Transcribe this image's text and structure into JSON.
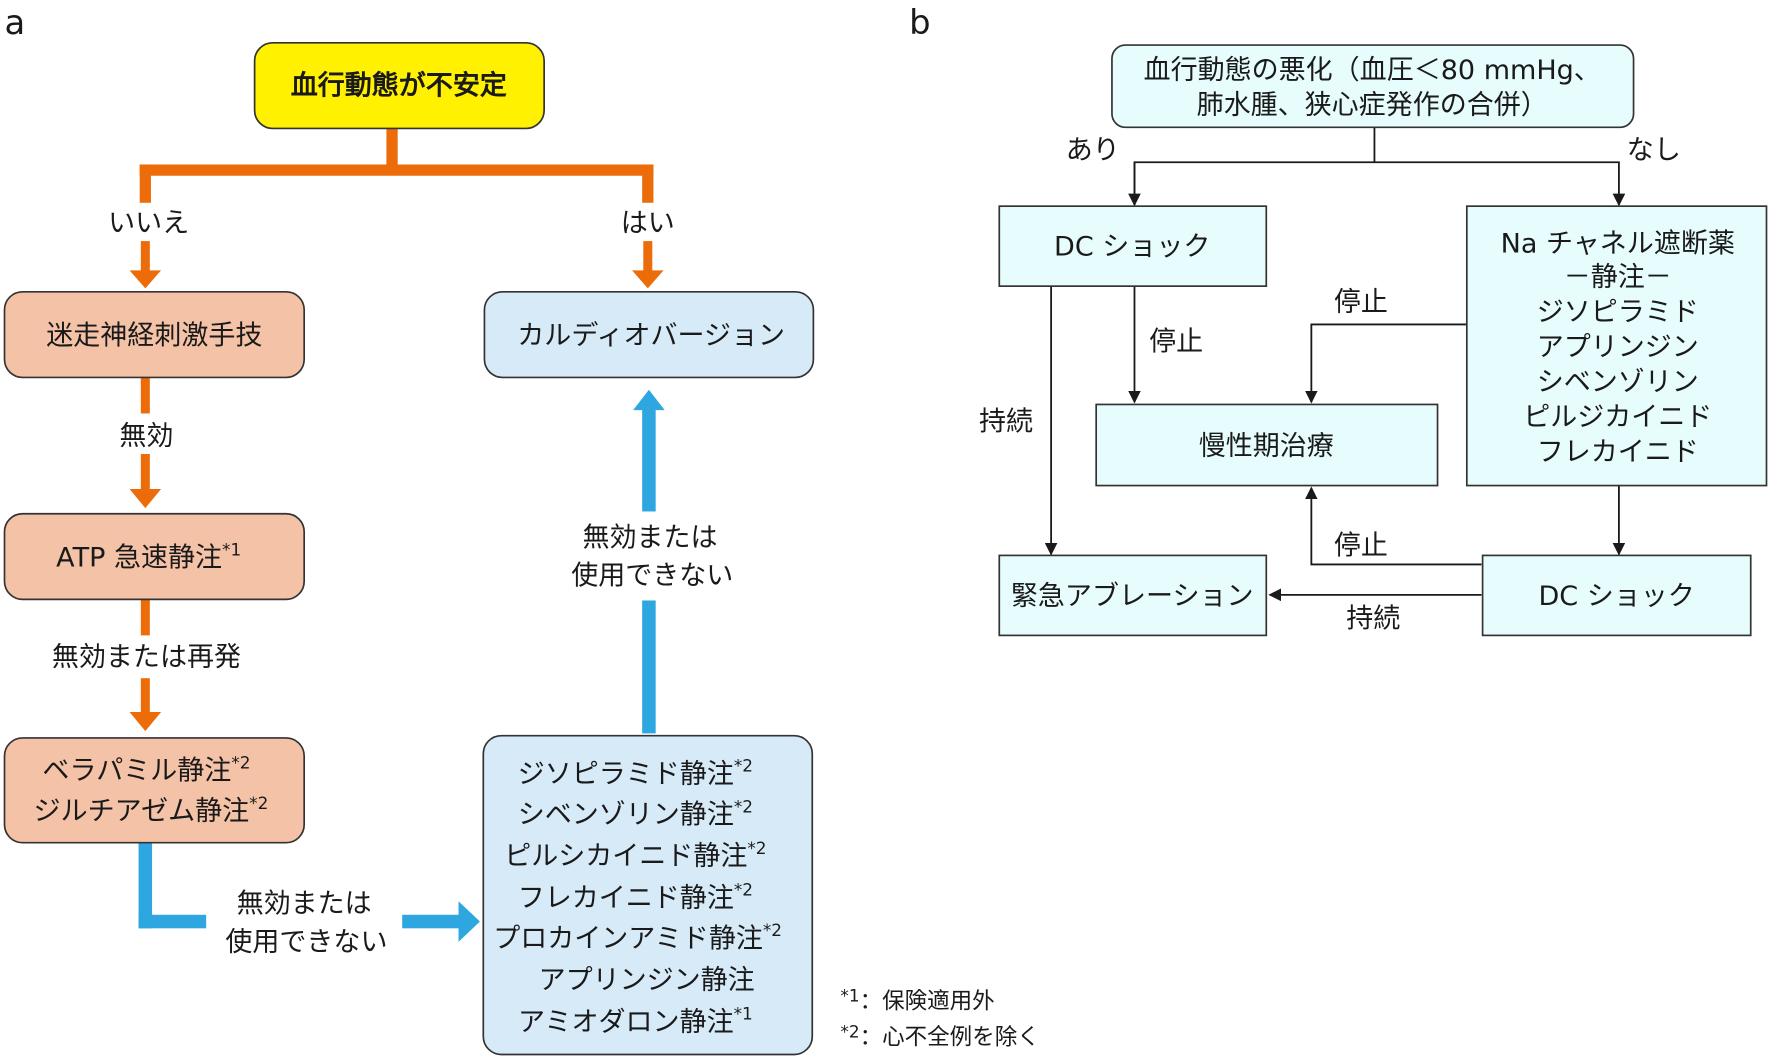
{
  "panel_a": {
    "label": "a",
    "colors": {
      "orange": "#ed6c0a",
      "blue": "#2ea7e0",
      "yellow": "#fff100",
      "salmon": "#f4c2a6",
      "lightblue": "#d6eaf8"
    },
    "start": "血行動態が不安定",
    "branch_no": "いいえ",
    "branch_yes": "はい",
    "vagal": "迷走神経刺激手技",
    "ineffective": "無効",
    "atp": "ATP 急速静注",
    "atp_note": "*1",
    "ineffective_or_relapse": "無効または再発",
    "ca_blockers": [
      {
        "text": "ベラパミル静注",
        "note": "*2"
      },
      {
        "text": "ジルチアゼム静注",
        "note": "*2"
      }
    ],
    "ineffective_or_unusable_1": "無効または",
    "ineffective_or_unusable_2": "使用できない",
    "cardioversion": "カルディオバージョン",
    "drugs": [
      {
        "text": "ジソピラミド静注",
        "note": "*2"
      },
      {
        "text": "シベンゾリン静注",
        "note": "*2"
      },
      {
        "text": "ピルシカイニド静注",
        "note": "*2"
      },
      {
        "text": "フレカイニド静注",
        "note": "*2"
      },
      {
        "text": "プロカインアミド静注",
        "note": "*2"
      },
      {
        "text": "アプリンジン静注",
        "note": ""
      },
      {
        "text": "アミオダロン静注",
        "note": "*1"
      }
    ],
    "footnotes": [
      {
        "mark": "*1",
        "text": "：保険適用外"
      },
      {
        "mark": "*2",
        "text": "：心不全例を除く"
      }
    ]
  },
  "panel_b": {
    "label": "b",
    "start_line1": "血行動態の悪化（血圧＜80 mmHg、",
    "start_line2": "肺水腫、狭心症発作の合併）",
    "yes": "あり",
    "no": "なし",
    "dc_shock_1": "DC ショック",
    "na_blocker": [
      "Na チャネル遮断薬",
      "－静注－",
      "ジソピラミド",
      "アプリンジン",
      "シベンゾリン",
      "ピルジカイニド",
      "フレカイニド"
    ],
    "stop": "停止",
    "continue": "持続",
    "chronic": "慢性期治療",
    "ablation": "緊急アブレーション",
    "dc_shock_2": "DC ショック"
  }
}
